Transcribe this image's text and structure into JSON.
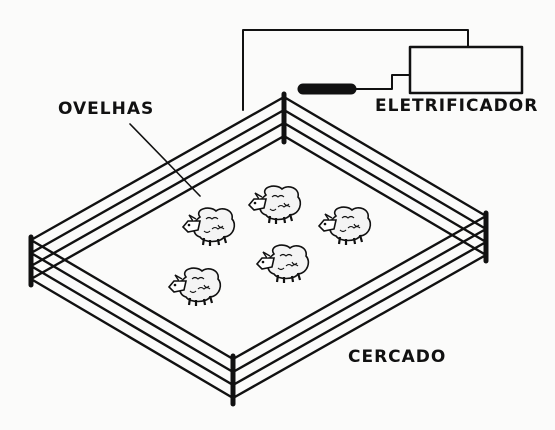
{
  "labels": {
    "sheep": "OVELHAS",
    "energizer": "ELETRIFICADOR",
    "fence": "CERCADO"
  },
  "colors": {
    "ink": "#111111",
    "paper": "#fbfbfa"
  },
  "sheep_count": 5
}
